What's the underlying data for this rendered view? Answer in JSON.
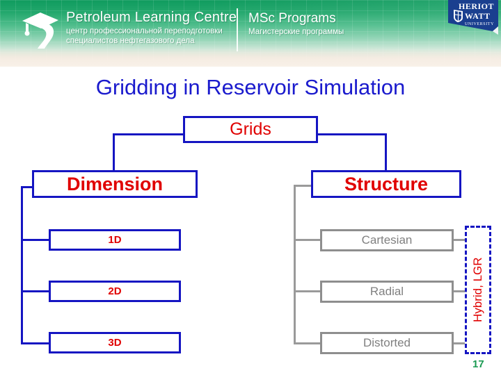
{
  "header": {
    "logo_icon": "graduation-cap-icon",
    "org_name_en": "Petroleum Learning Centre",
    "org_name_ru_line1": "центр профессиональной переподготовки",
    "org_name_ru_line2": "специалистов нефтегазового дела",
    "program_en": "MSc Programs",
    "program_ru": "Магистерские программы",
    "university_line1": "HERIOT",
    "university_line2": "WATT",
    "university_line3": "UNIVERSITY",
    "colors": {
      "banner_green": "#0f9b5e",
      "banner_cream": "#f6ece1",
      "badge_blue": "#1a3f8f"
    }
  },
  "slide": {
    "title": "Gridding in Reservoir Simulation",
    "page_number": "17",
    "title_color": "#1a1acd",
    "page_number_color": "#1a9a52"
  },
  "diagram": {
    "type": "tree",
    "root": {
      "label": "Grids",
      "border_color": "#1515c2",
      "text_color": "#e00000"
    },
    "branches": [
      {
        "label": "Dimension",
        "border_color": "#1515c2",
        "text_color": "#e00000",
        "children": [
          {
            "label": "1D",
            "border_color": "#1515c2",
            "text_color": "#e00000"
          },
          {
            "label": "2D",
            "border_color": "#1515c2",
            "text_color": "#e00000"
          },
          {
            "label": "3D",
            "border_color": "#1515c2",
            "text_color": "#e00000"
          }
        ]
      },
      {
        "label": "Structure",
        "border_color": "#1515c2",
        "text_color": "#e00000",
        "children": [
          {
            "label": "Cartesian",
            "border_color": "#8e8e8e",
            "text_color": "#808080"
          },
          {
            "label": "Radial",
            "border_color": "#8e8e8e",
            "text_color": "#808080"
          },
          {
            "label": "Distorted",
            "border_color": "#8e8e8e",
            "text_color": "#808080"
          }
        ]
      }
    ],
    "callout": {
      "label": "Hybrid, LGR",
      "border_color": "#1515c2",
      "text_color": "#e00000",
      "border_style": "dashed",
      "orientation": "vertical"
    }
  }
}
